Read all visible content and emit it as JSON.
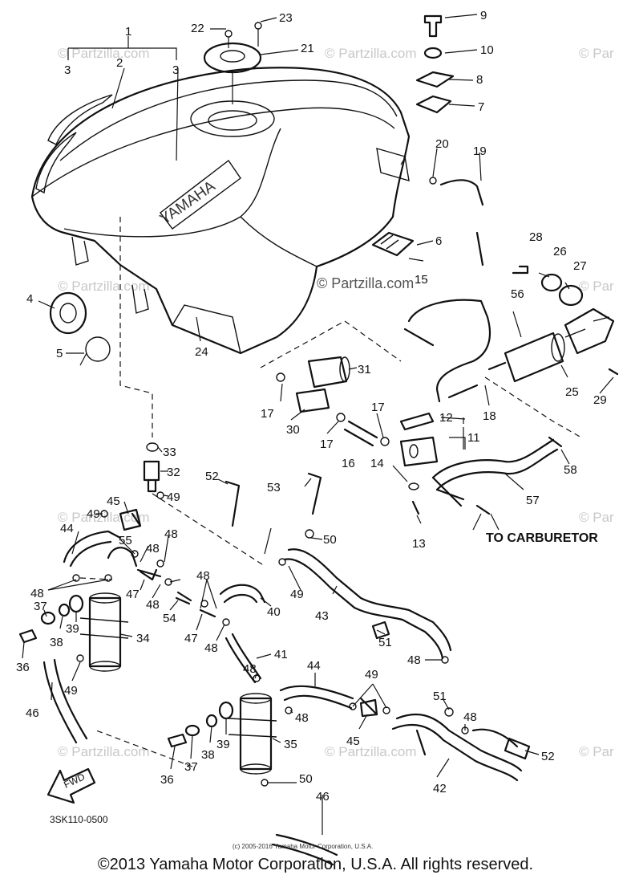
{
  "diagram": {
    "watermarks": [
      "© Partzilla.com",
      "© Par"
    ],
    "center_watermark": "© Partzilla.com",
    "tank_logo": "YAMAHA",
    "fwd_label": "FWD",
    "callout_text": "TO CARBURETOR",
    "diagram_code": "3SK110-0500",
    "small_copyright": "(c) 2005-2016 Yamaha Motor Corporation, U.S.A.",
    "part_numbers": [
      "1",
      "2",
      "3",
      "3",
      "4",
      "5",
      "6",
      "7",
      "8",
      "9",
      "10",
      "11",
      "12",
      "13",
      "14",
      "15",
      "16",
      "17",
      "17",
      "17",
      "17",
      "18",
      "19",
      "20",
      "21",
      "22",
      "23",
      "24",
      "25",
      "26",
      "27",
      "28",
      "29",
      "30",
      "31",
      "32",
      "33",
      "34",
      "35",
      "36",
      "36",
      "37",
      "37",
      "38",
      "38",
      "39",
      "39",
      "40",
      "41",
      "42",
      "43",
      "44",
      "44",
      "45",
      "45",
      "46",
      "46",
      "47",
      "47",
      "48",
      "48",
      "48",
      "48",
      "48",
      "48",
      "48",
      "48",
      "48",
      "48",
      "49",
      "49",
      "49",
      "49",
      "49",
      "50",
      "50",
      "51",
      "51",
      "52",
      "52",
      "53",
      "54",
      "55",
      "56",
      "57",
      "58"
    ]
  },
  "footer": {
    "copyright": "©2013 Yamaha Motor Corporation, U.S.A. All rights reserved."
  }
}
